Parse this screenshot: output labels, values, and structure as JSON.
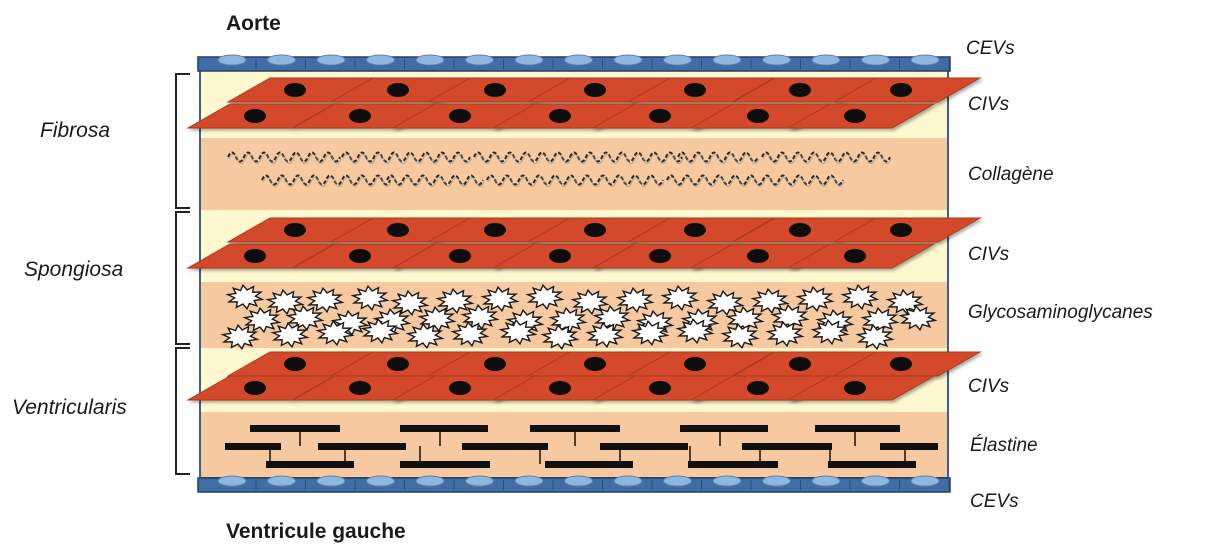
{
  "titles": {
    "top": "Aorte",
    "bottom": "Ventricule gauche"
  },
  "regions": {
    "fibrosa": "Fibrosa",
    "spongiosa": "Spongiosa",
    "ventricularis": "Ventricularis"
  },
  "layers": {
    "cevs_top": "CEVs",
    "civs_1": "CIVs",
    "collagene": "Collagène",
    "civs_2": "CIVs",
    "gag": "Glycosaminoglycanes",
    "civs_3": "CIVs",
    "elastine": "Élastine",
    "cevs_bottom": "CEVs"
  },
  "colors": {
    "cream": "#fdf8d0",
    "peach": "#f6c9a0",
    "cell_red": "#d44a2a",
    "nucleus": "#0d0d0d",
    "endothelium_band": "#3f6ea6",
    "endothelium_cells": "#8fb6dc",
    "bracket": "#222222"
  }
}
